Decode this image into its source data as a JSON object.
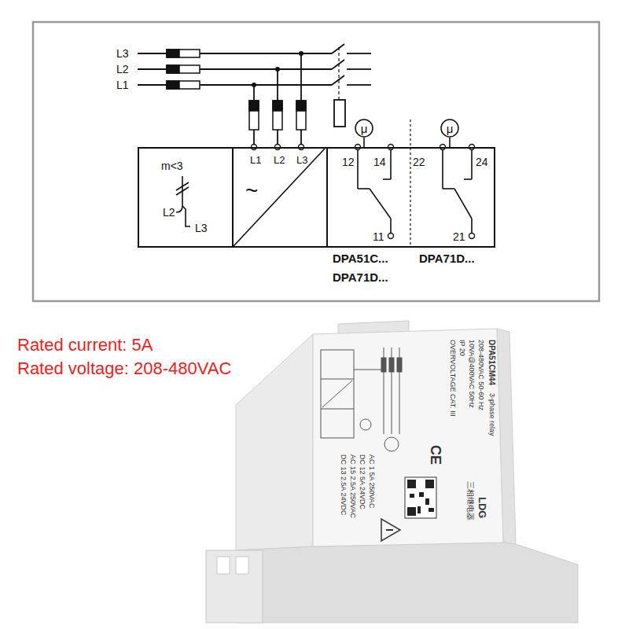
{
  "diagram": {
    "nodes": [
      {
        "text": [
          "m<3",
          "L2",
          "L3"
        ]
      },
      {
        "text": [
          "~",
          "L1",
          "L2",
          "L3"
        ]
      },
      {
        "text": [
          "12",
          "14",
          "11"
        ]
      },
      {
        "text": [
          "22",
          "24",
          "21"
        ]
      },
      {
        "text": [
          "μ"
        ]
      },
      {
        "text": [
          "μ"
        ]
      }
    ],
    "labels": [
      "L3",
      "L2",
      "L1",
      "DPA51C...",
      "DPA71D...",
      "DPA71D...",
      "Rated current: 5A",
      "Rated voltage: 208-480VAC",
      "DPA51CM44",
      "3-phase relay",
      "208-480VAC 50-60 Hz",
      "10VA@400VAC 50Hz",
      "IP 20",
      "OVERVOLTAGE CAT. III",
      "CE",
      "LDG",
      "三相继电器",
      "AC 1 5A 250VAC",
      "DC 12 5A 24VDC",
      "AC 15 2.5A 250VAC",
      "DC 13 2.5A 24VDC"
    ]
  }
}
